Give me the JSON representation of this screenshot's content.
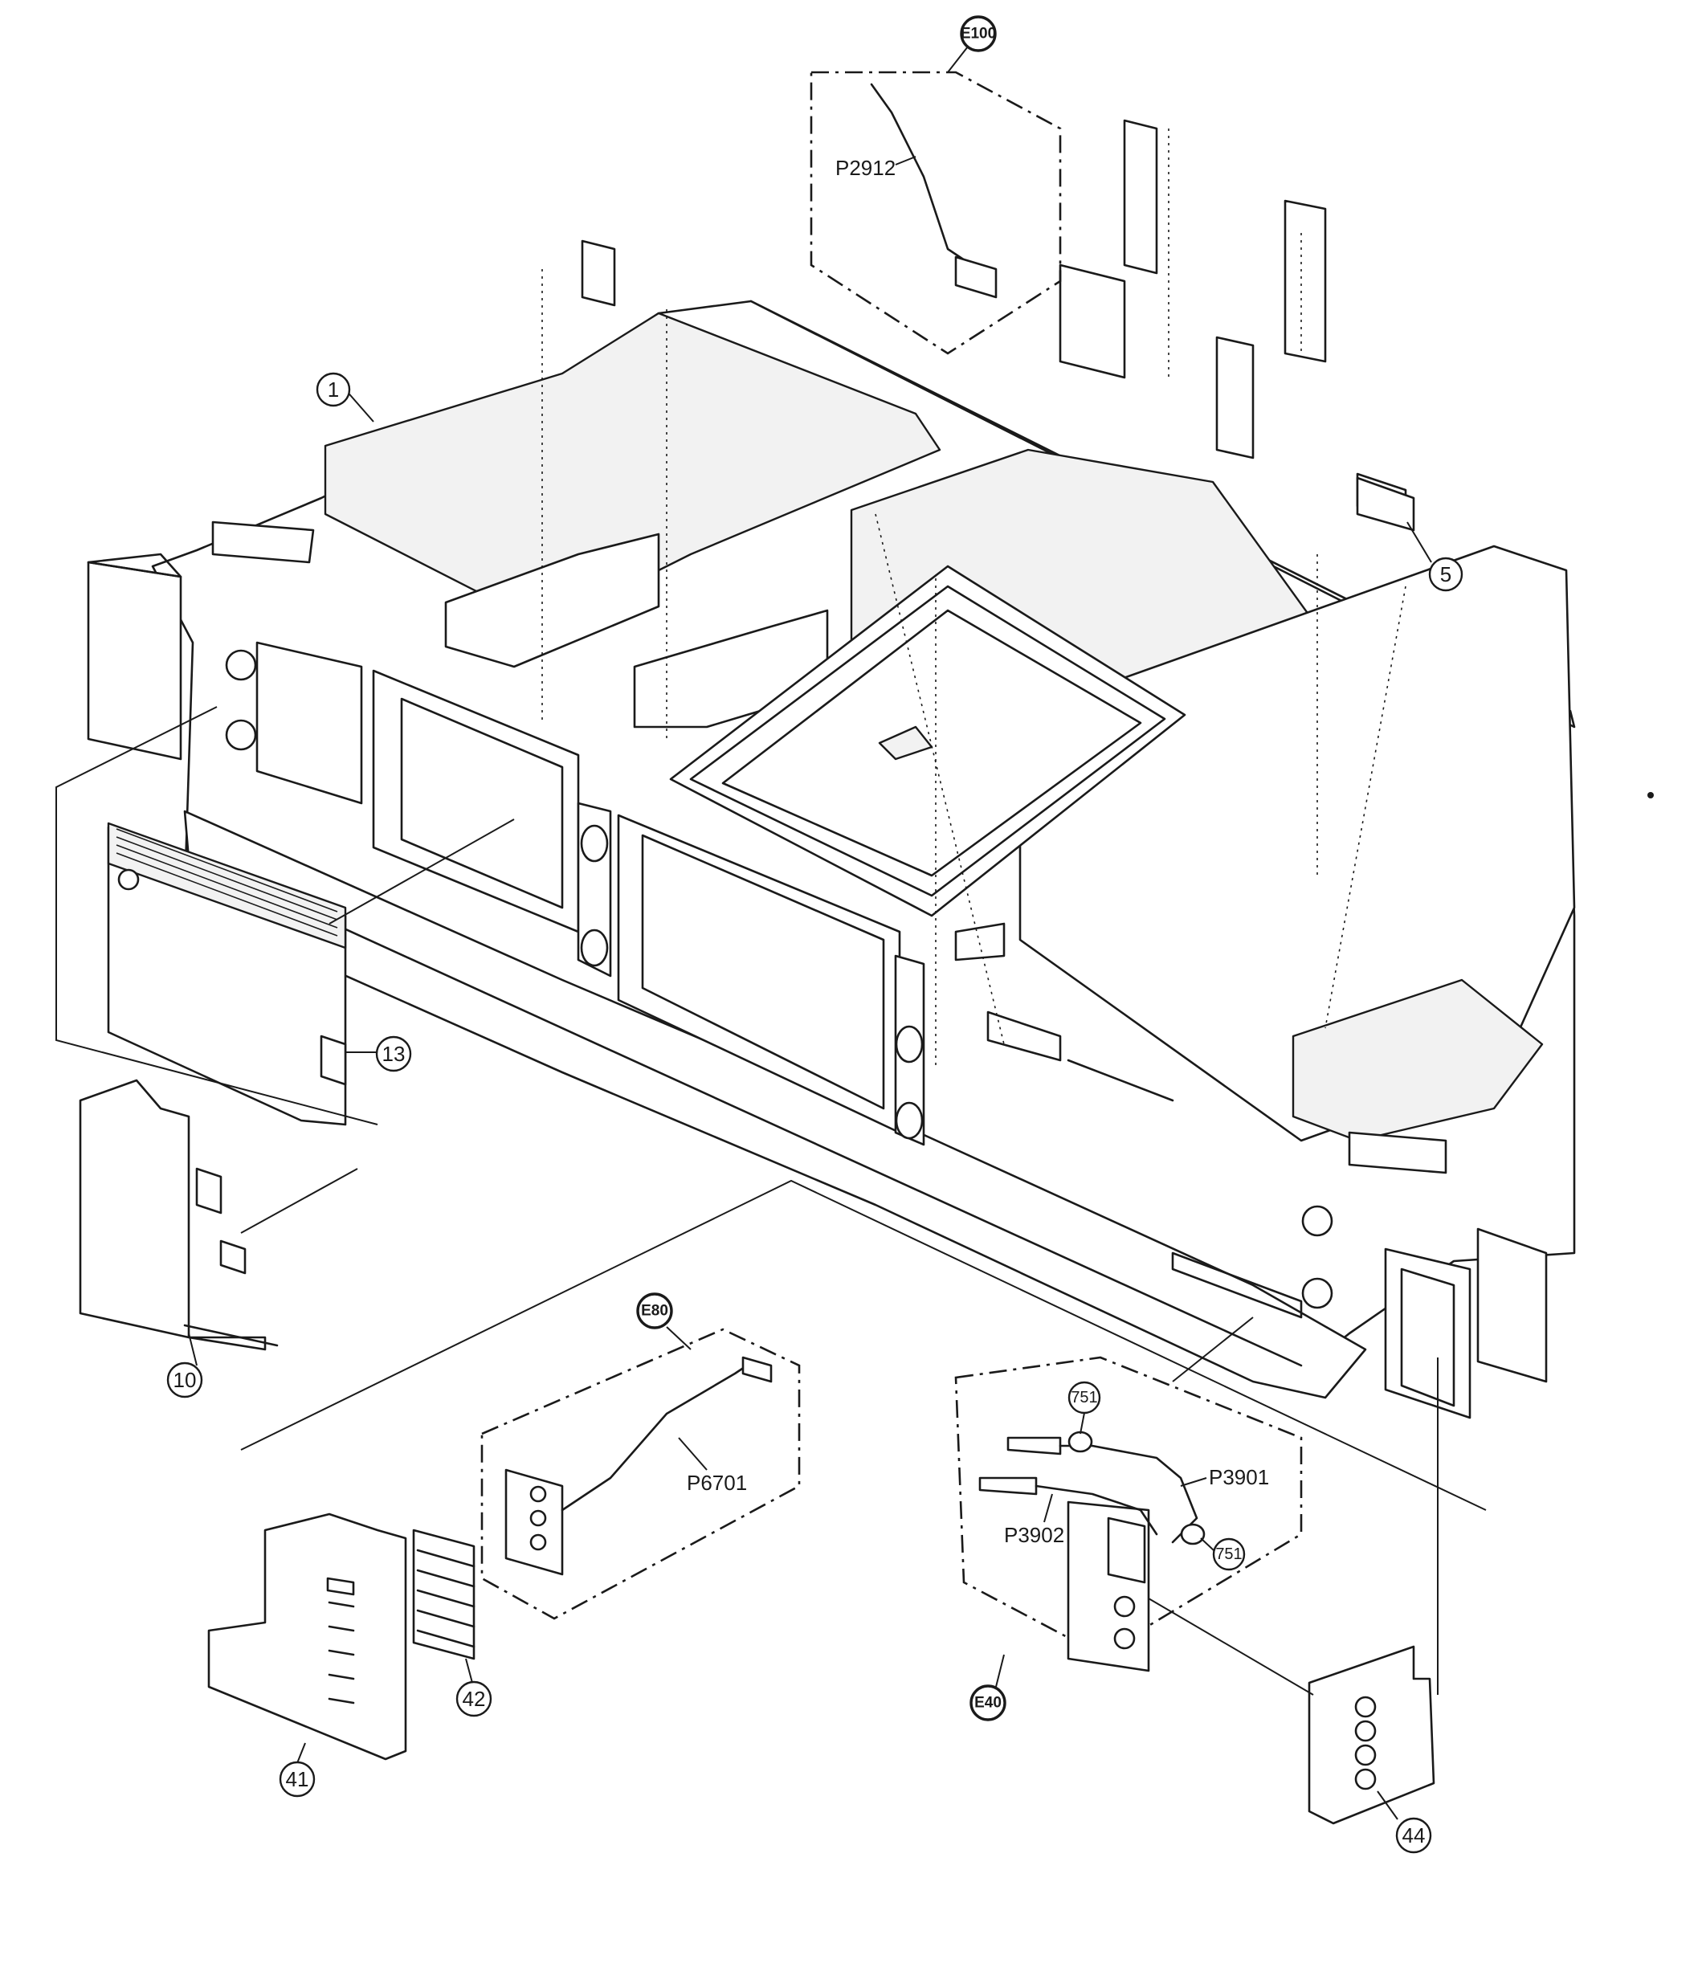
{
  "callouts": {
    "c1": "1",
    "c5": "5",
    "c10": "10",
    "c13": "13",
    "c41": "41",
    "c42": "42",
    "c44": "44",
    "c751a": "751",
    "c751b": "751"
  },
  "board_tags": {
    "e100": "E100",
    "e80": "E80",
    "e40": "E40"
  },
  "connectors": {
    "p2912": "P2912",
    "p6701": "P6701",
    "p3901": "P3901",
    "p3902": "P3902"
  }
}
